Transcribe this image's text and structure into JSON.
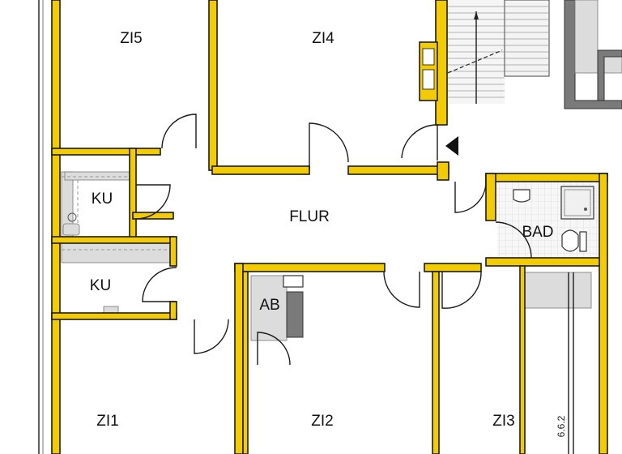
{
  "rooms": {
    "zi5": "ZI5",
    "zi4": "ZI4",
    "ku_top": "KU",
    "ku_bottom": "KU",
    "flur": "FLUR",
    "bad": "BAD",
    "ab": "AB",
    "zi1": "ZI1",
    "zi2": "ZI2",
    "zi3": "ZI3"
  },
  "dimension": "6.6.2",
  "colors": {
    "wall": "#f2cc00",
    "outline": "#1b1b1b"
  }
}
